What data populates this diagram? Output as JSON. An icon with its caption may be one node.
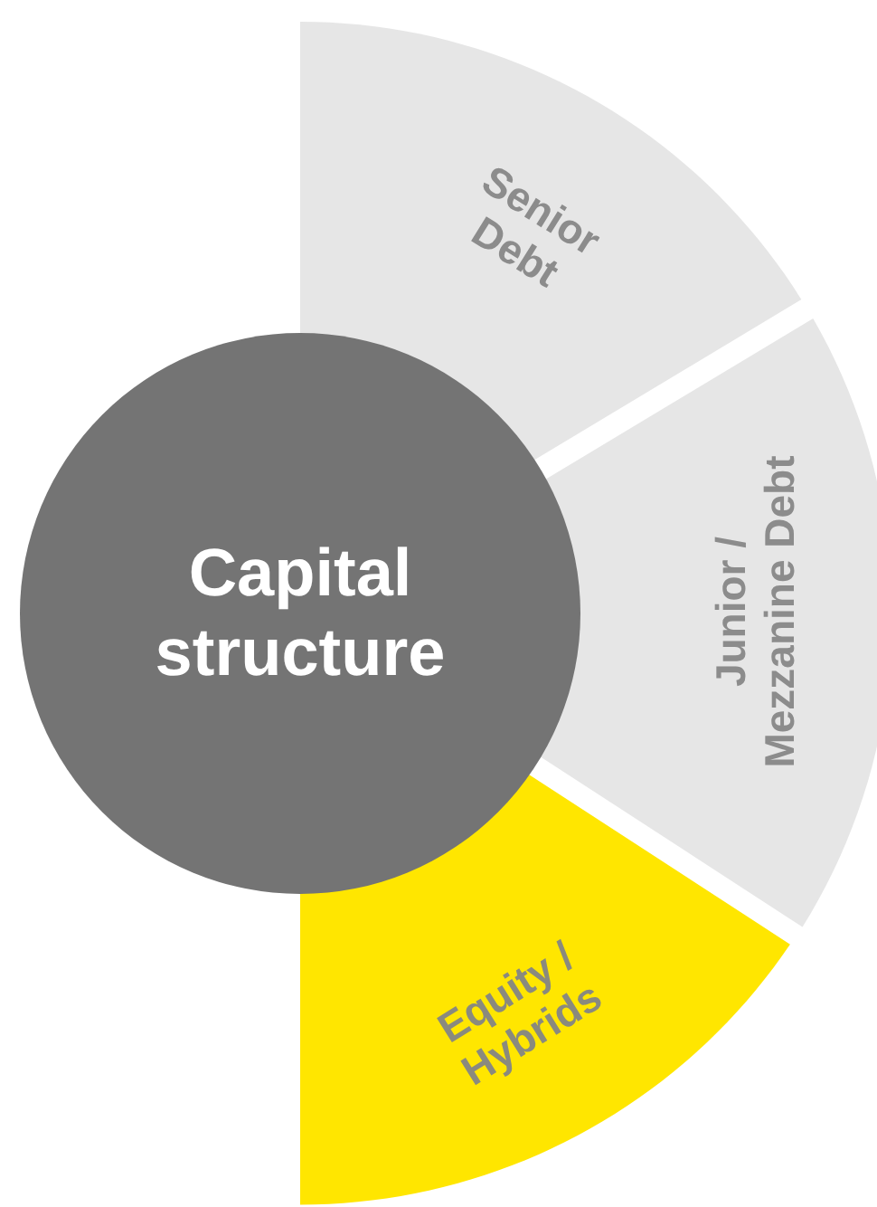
{
  "diagram": {
    "nodes": [
      {
        "text": [
          "Capital structure"
        ]
      },
      {
        "text": [
          "Senior Debt"
        ]
      },
      {
        "text": [
          "Junior / Mezzanine Debt"
        ]
      },
      {
        "text": [
          "Equity / Hybrids"
        ]
      }
    ]
  }
}
